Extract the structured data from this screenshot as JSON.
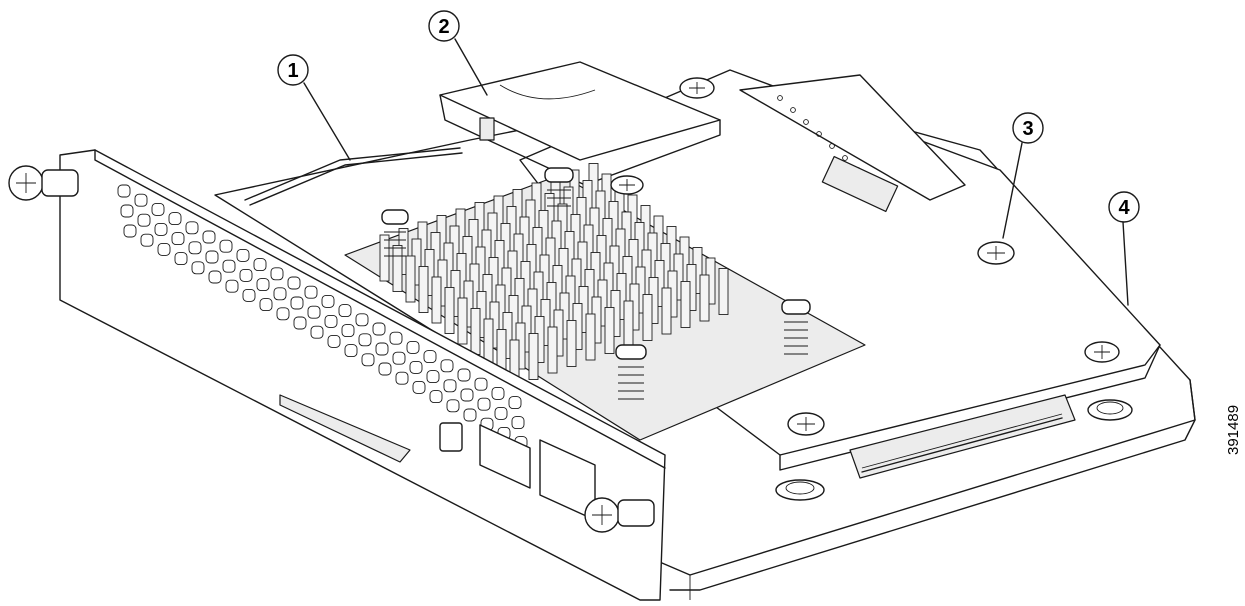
{
  "callouts": [
    {
      "number": "1"
    },
    {
      "number": "2"
    },
    {
      "number": "3"
    },
    {
      "number": "4"
    }
  ],
  "figure_id": "391489"
}
